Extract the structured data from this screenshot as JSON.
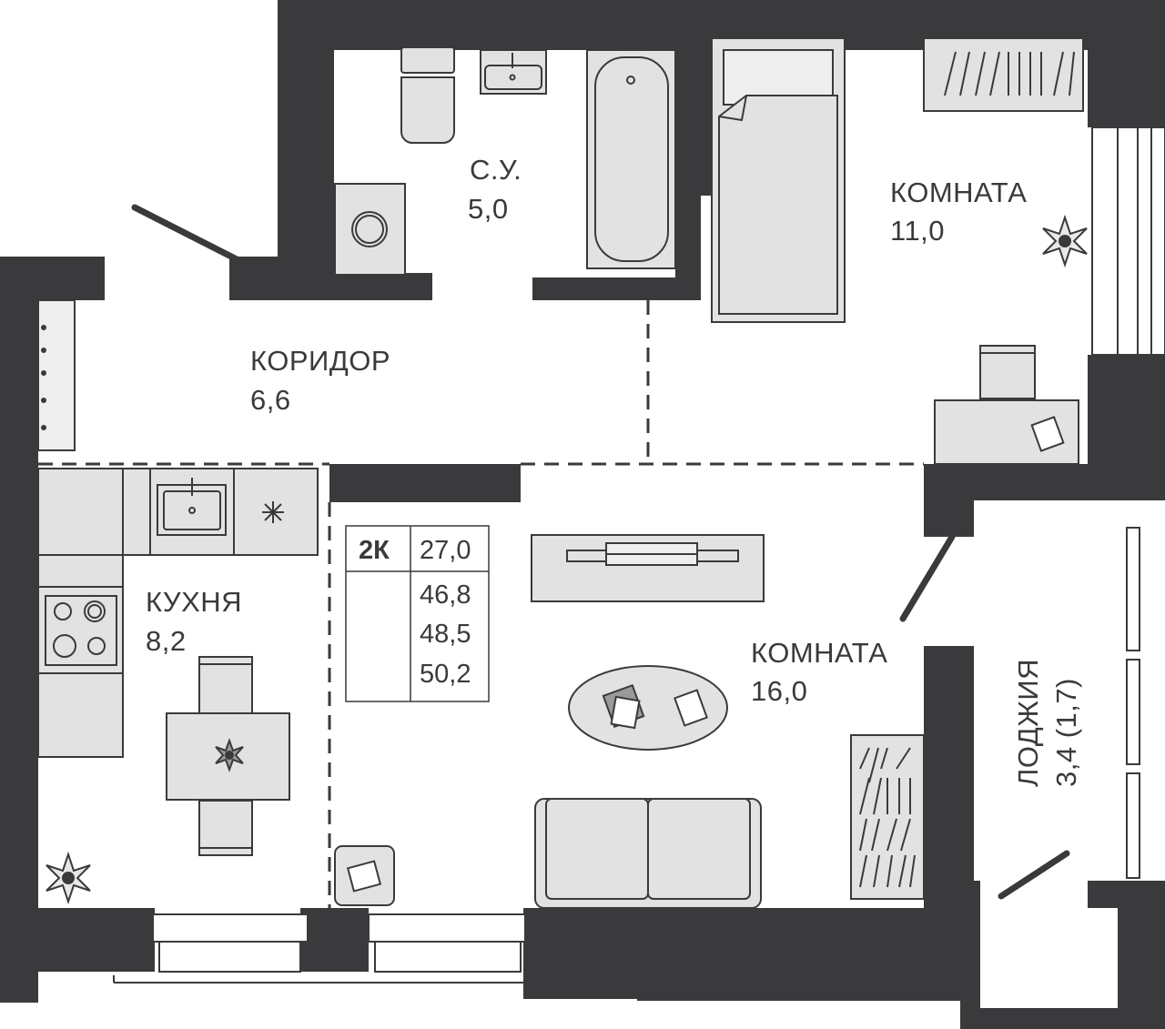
{
  "rooms": {
    "bathroom": {
      "name": "С.У.",
      "area": "5,0"
    },
    "bedroom": {
      "name": "КОМНАТА",
      "area": "11,0"
    },
    "corridor": {
      "name": "КОРИДОР",
      "area": "6,6"
    },
    "kitchen": {
      "name": "КУХНЯ",
      "area": "8,2"
    },
    "living": {
      "name": "КОМНАТА",
      "area": "16,0"
    },
    "loggia": {
      "name": "ЛОДЖИЯ",
      "area": "3,4 (1,7)"
    }
  },
  "summary_table": {
    "type": "2К",
    "values": [
      "27,0",
      "46,8",
      "48,5",
      "50,2"
    ]
  },
  "colors": {
    "wall": "#3a3a3c",
    "furniture": "#e2e2e2",
    "background": "#ffffff"
  },
  "icons": [
    "lamp-icon",
    "toilet-icon",
    "sink-icon",
    "bathtub-icon",
    "washing-machine-icon",
    "bed-icon",
    "radiator-icon",
    "desk-icon",
    "stove-icon",
    "dining-table-icon",
    "tv-stand-icon",
    "coffee-table-icon",
    "sofa-icon",
    "armchair-icon",
    "wardrobe-icon",
    "shoe-rack-icon"
  ]
}
